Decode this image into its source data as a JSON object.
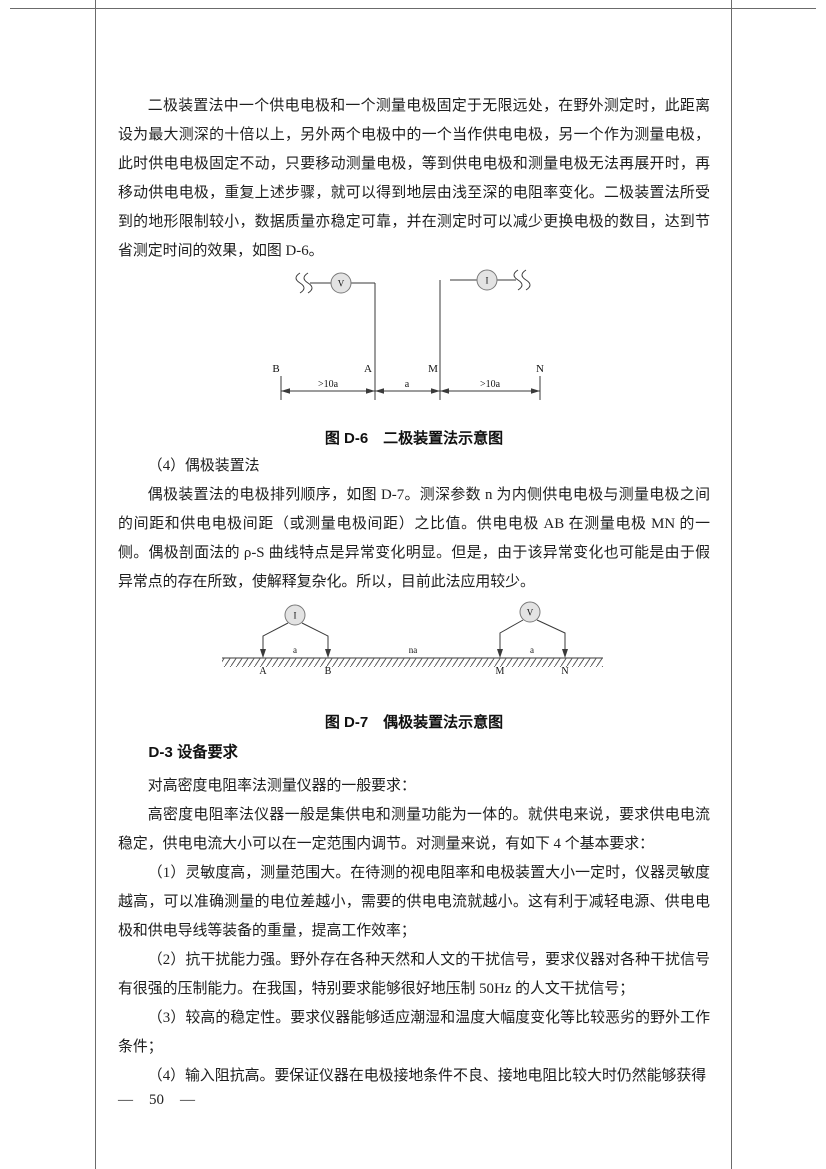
{
  "content": {
    "para_two_pole": "二极装置法中一个供电电极和一个测量电极固定于无限远处，在野外测定时，此距离设为最大测深的十倍以上，另外两个电极中的一个当作供电电极，另一个作为测量电极，此时供电电极固定不动，只要移动测量电极，等到供电电极和测量电极无法再展开时，再移动供电电极，重复上述步骤，就可以得到地层由浅至深的电阻率变化。二极装置法所受到的地形限制较小，数据质量亦稳定可靠，并在测定时可以减少更换电极的数目，达到节省测定时间的效果，如图 D-6。",
    "heading_dipole": "（4）偶极装置法",
    "para_dipole": "偶极装置法的电极排列顺序，如图 D-7。测深参数 n 为内侧供电电极与测量电极之间的间距和供电电极间距（或测量电极间距）之比值。供电电极 AB 在测量电极 MN 的一侧。偶极剖面法的 ρ-S 曲线特点是异常变化明显。但是，由于该异常变化也可能是由于假异常点的存在所致，使解释复杂化。所以，目前此法应用较少。",
    "heading_equipment": "D-3 设备要求",
    "para_general_req": "对高密度电阻率法测量仪器的一般要求：",
    "para_instrument": "高密度电阻率法仪器一般是集供电和测量功能为一体的。就供电来说，要求供电电流稳定，供电电流大小可以在一定范围内调节。对测量来说，有如下 4 个基本要求：",
    "req1": "（1）灵敏度高，测量范围大。在待测的视电阻率和电极装置大小一定时，仪器灵敏度越高，可以准确测量的电位差越小，需要的供电电流就越小。这有利于减轻电源、供电电极和供电导线等装备的重量，提高工作效率；",
    "req2": "（2）抗干扰能力强。野外存在各种天然和人文的干扰信号，要求仪器对各种干扰信号有很强的压制能力。在我国，特别要求能够很好地压制 50Hz 的人文干扰信号；",
    "req3": "（3）较高的稳定性。要求仪器能够适应潮湿和温度大幅度变化等比较恶劣的野外工作条件；",
    "req4": "（4）输入阻抗高。要保证仪器在电极接地条件不良、接地电阻比较大时仍然能够获得"
  },
  "figures": {
    "fig6": {
      "caption": "图 D-6　二极装置法示意图",
      "meter_left": "V",
      "meter_right": "I",
      "electrode_b": "B",
      "electrode_a": "A",
      "electrode_m": "M",
      "electrode_n": "N",
      "dim_ba": ">10a",
      "dim_am": "a",
      "dim_mn": ">10a"
    },
    "fig7": {
      "caption": "图 D-7　偶极装置法示意图",
      "meter_left": "I",
      "meter_right": "V",
      "electrode_a": "A",
      "electrode_b": "B",
      "electrode_m": "M",
      "electrode_n": "N",
      "dim_ab": "a",
      "dim_bm": "na",
      "dim_mn": "a"
    }
  },
  "footer": {
    "dash": "—",
    "page_number": "50"
  }
}
